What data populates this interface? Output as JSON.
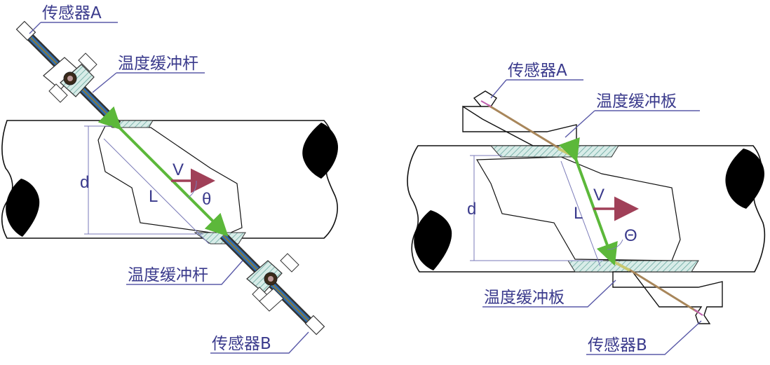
{
  "left_diagram": {
    "sensor_a": "传感器A",
    "buffer_rod_top": "温度缓冲杆",
    "buffer_rod_bottom": "温度缓冲杆",
    "sensor_b": "传感器B",
    "d": "d",
    "v": "V",
    "l": "L",
    "theta": "θ"
  },
  "right_diagram": {
    "sensor_a": "传感器A",
    "buffer_plate_top": "温度缓冲板",
    "buffer_plate_bottom": "温度缓冲板",
    "sensor_b": "传感器B",
    "d": "d",
    "v": "V",
    "l": "L",
    "theta": "Θ"
  },
  "colors": {
    "label": "#3a3a8c",
    "path_green": "#5cb83a",
    "flow_arrow": "#a04058",
    "wedge_brown": "#a8865a",
    "hatch": "#7fb8b0"
  }
}
